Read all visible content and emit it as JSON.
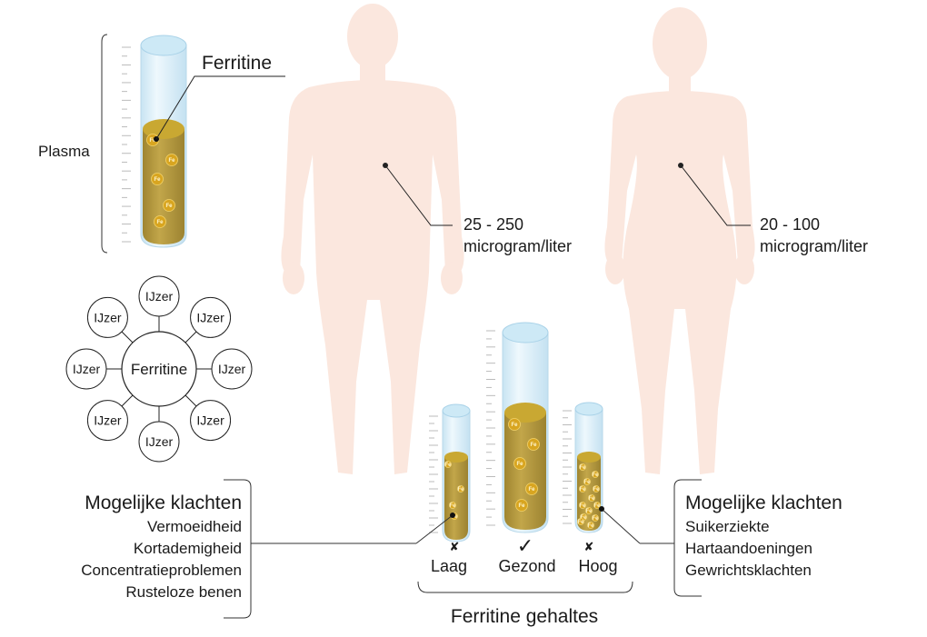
{
  "plasma_label": "Plasma",
  "ferritine_label": "Ferritine",
  "male_range": {
    "value": "25 - 250",
    "unit": "microgram/liter"
  },
  "female_range": {
    "value": "20 - 100",
    "unit": "microgram/liter"
  },
  "molecule": {
    "center": "Ferritine",
    "satellites": [
      "IJzer",
      "IJzer",
      "IJzer",
      "IJzer",
      "IJzer",
      "IJzer",
      "IJzer",
      "IJzer"
    ]
  },
  "fe_symbol": "Fe",
  "levels": [
    {
      "label": "Laag",
      "mark": "✘"
    },
    {
      "label": "Gezond",
      "mark": "✓"
    },
    {
      "label": "Hoog",
      "mark": "✘"
    }
  ],
  "levels_caption": "Ferritine gehaltes",
  "complaints_low": {
    "title": "Mogelijke klachten",
    "items": [
      "Vermoeidheid",
      "Kortademigheid",
      "Concentratieproblemen",
      "Rusteloze benen"
    ]
  },
  "complaints_high": {
    "title": "Mogelijke klachten",
    "items": [
      "Suikerziekte",
      "Hartaandoeningen",
      "Gewrichtsklachten"
    ]
  },
  "colors": {
    "body": "#fbe7de",
    "glass": "#d9eef8",
    "cap": "#bfe2f3",
    "plasma": "#b59a3e",
    "plasma_top": "#c9a832",
    "fe_ball": "#d8a520",
    "line": "#222222"
  }
}
